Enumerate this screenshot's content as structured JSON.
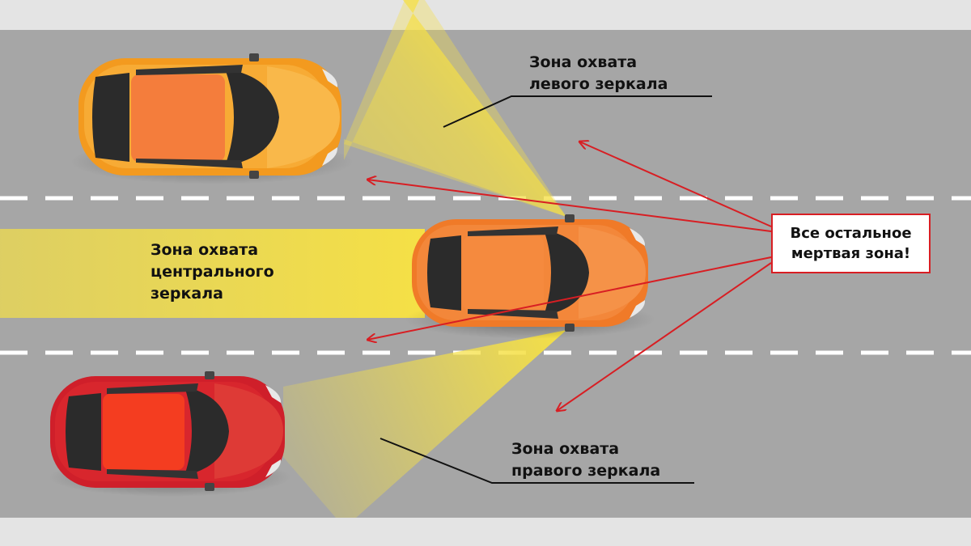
{
  "labels": {
    "left_mirror": [
      "Зона охвата",
      "левого зеркала"
    ],
    "center_mirror": [
      "Зона охвата",
      "центрального",
      "зеркала"
    ],
    "right_mirror": [
      "Зона охвата",
      "правого зеркала"
    ],
    "dead_zone": [
      "Все остальное",
      "мертвая зона!"
    ]
  },
  "colors": {
    "road": "#a6a6a6",
    "shoulder": "#e4e4e4",
    "lane_marking": "#ffffff",
    "mirror_zone": "#f5e046",
    "dead_zone_accent": "#d81e23",
    "car_top_orange": "#f39a1f",
    "car_center_orange": "#f07a28",
    "car_bottom_red": "#cf1f2a"
  }
}
